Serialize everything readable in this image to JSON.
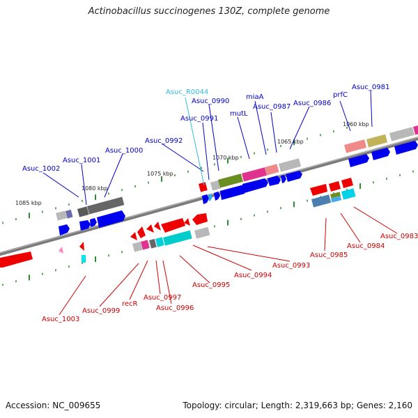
{
  "title": "Actinobacillus succinogenes 130Z, complete genome",
  "footer": {
    "accession": "Accession: NC_009655",
    "summary": "Topology: circular; Length: 2,319,663 bp; Genes: 2,160"
  },
  "colors": {
    "plus_strand_label": "#0000cc",
    "minus_strand_label": "#cc0000",
    "rna_label": "#33bbdd",
    "backbone": "#7a7a7a",
    "tick": "#2e8b2e"
  },
  "scale_labels": [
    "1085 kbp",
    "1080 kbp",
    "1075 kbp",
    "1070 kbp",
    "1065 kbp",
    "1060 kbp"
  ],
  "gene_labels_plus": [
    "Asuc_1002",
    "Asuc_1001",
    "Asuc_1000",
    "Asuc_0992",
    "Asuc_0991",
    "Asuc_0990",
    "mutL",
    "miaA",
    "Asuc_0987",
    "Asuc_0986",
    "prfC",
    "Asuc_0981"
  ],
  "gene_labels_minus": [
    "Asuc_1003",
    "Asuc_0999",
    "recR",
    "Asuc_0997",
    "Asuc_0996",
    "Asuc_0995",
    "Asuc_0994",
    "Asuc_0993",
    "Asuc_0985",
    "Asuc_0984",
    "Asuc_0983"
  ],
  "gene_labels_rna": [
    "Asuc_R0044"
  ]
}
